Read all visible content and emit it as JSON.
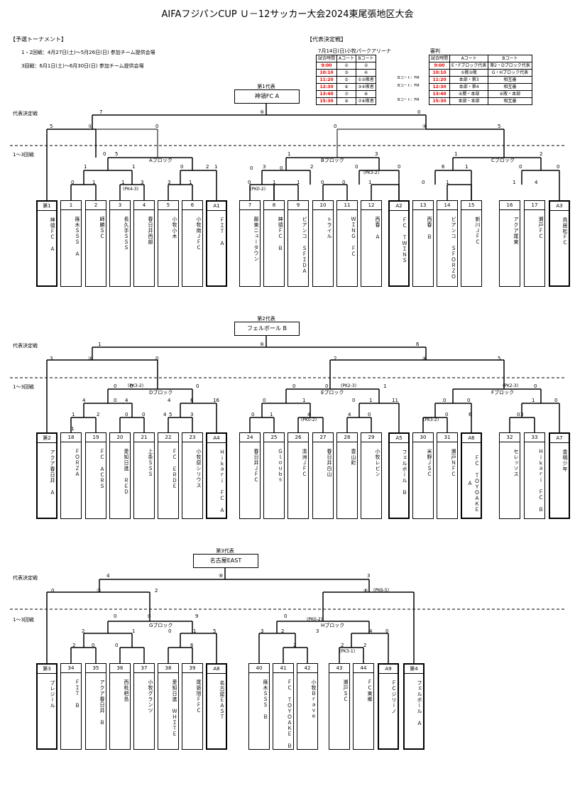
{
  "title": "AIFAフジパンCUP Ｕ－12サッカー大会2024東尾張地区大会",
  "prelim": {
    "header": "【予選トーナメント】",
    "line1": "1・2回戦：4月27日(土)～5月26日(日) 参加チーム提供会場",
    "line2": "3回戦：6月1日(土)～6月30日(日) 参加チーム提供会場"
  },
  "rep": {
    "header": "【代表決定戦】",
    "venue": "7月14日(日)小牧パークアリーナ",
    "referee": "審判",
    "table1": {
      "cols": [
        "試合時間",
        "Aコート",
        "Bコート"
      ],
      "rows": [
        {
          "time": "9:00",
          "a": "①",
          "b": "②",
          "note": ""
        },
        {
          "time": "10:10",
          "a": "③",
          "b": "④",
          "note": ""
        },
        {
          "time": "11:20",
          "a": "⑤",
          "b": "①②敗者",
          "note": "Bコート：FM"
        },
        {
          "time": "12:30",
          "a": "⑥",
          "b": "③④敗者",
          "note": "Bコート：FM"
        },
        {
          "time": "13:40",
          "a": "⑦",
          "b": "⑧",
          "note": ""
        },
        {
          "time": "15:30",
          "a": "⑨",
          "b": "⑦⑧敗者",
          "note": "Bコート：FM"
        }
      ]
    },
    "table2": {
      "cols": [
        "試合時間",
        "Aコート",
        "Bコート"
      ],
      "rows": [
        {
          "time": "9:00",
          "a": "E・Fブロック代表",
          "b": "第2・Dブロック代表"
        },
        {
          "time": "10:10",
          "a": "①敗②敗",
          "b": "G・Hブロック代表"
        },
        {
          "time": "11:20",
          "a": "本部・第3",
          "b": "相互審"
        },
        {
          "time": "12:30",
          "a": "本部・第4",
          "b": "相互審"
        },
        {
          "time": "13:40",
          "a": "⑥勝・本部",
          "b": "⑥敗・本部"
        },
        {
          "time": "15:30",
          "a": "本部・本部",
          "b": "相互審"
        }
      ]
    }
  },
  "labels": {
    "final": "代表決定戦",
    "rounds": "1～3回戦"
  },
  "sections": [
    {
      "rep_label": "第1代表",
      "rep_team": "神領FC A",
      "blocks": [
        "Aブロック",
        "Bブロック",
        "Cブロック"
      ],
      "teams": [
        {
          "num": "第1",
          "name": "神領ＦＣ Ａ"
        },
        {
          "num": "1",
          "name": "篠木ＳＳＳ Ａ"
        },
        {
          "num": "2",
          "name": "師勝ＳＣ"
        },
        {
          "num": "3",
          "name": "長久手ＳＳＳ"
        },
        {
          "num": "4",
          "name": "春日井西部"
        },
        {
          "num": "5",
          "name": "小牧小木"
        },
        {
          "num": "6",
          "name": "小牧南ＪＦＣ"
        },
        {
          "num": "A1",
          "name": "ＦＩＴ Ａ"
        },
        {
          "num": "7",
          "name": "藤東ニュータウン"
        },
        {
          "num": "8",
          "name": "神領ＦＣ Ｂ"
        },
        {
          "num": "9",
          "name": "ビアンコ ＳＦＩＤＡ"
        },
        {
          "num": "10",
          "name": "トライル"
        },
        {
          "num": "11",
          "name": "ＷＩＮＧ ＦＣ"
        },
        {
          "num": "12",
          "name": "西春 Ａ"
        },
        {
          "num": "A2",
          "name": "ＦＣ ＴＷＩＮＳ"
        },
        {
          "num": "13",
          "name": "西春 Ｂ"
        },
        {
          "num": "14",
          "name": "ビアンコ ＳＦＯＲＺＯ"
        },
        {
          "num": "15",
          "name": "新川ＪＦＣ"
        },
        {
          "num": "16",
          "name": "アクア尾東"
        },
        {
          "num": "17",
          "name": "瀬戸ＦＣ"
        },
        {
          "num": "A3",
          "name": "鳥居松ＦＣ"
        }
      ]
    },
    {
      "rep_label": "第2代表",
      "rep_team": "フェルボール B",
      "blocks": [
        "Dブロック",
        "Eブロック",
        "Fブロック"
      ],
      "teams": [
        {
          "num": "第2",
          "name": "アクア春日井 Ａ"
        },
        {
          "num": "18",
          "name": "ＦＯＲＺＡ"
        },
        {
          "num": "19",
          "name": "ＦＣ ＡＣＲＳ"
        },
        {
          "num": "20",
          "name": "愛知日進 ＲＥＤ"
        },
        {
          "num": "21",
          "name": "上条ＳＳＳ"
        },
        {
          "num": "22",
          "name": "ＦＣ ＥＲＤＥ"
        },
        {
          "num": "23",
          "name": "小牧原シリウス"
        },
        {
          "num": "A4",
          "name": "Ｈｉｋａｒｉ ＦＣ Ａ"
        },
        {
          "num": "24",
          "name": "春日井ＪＦＣ"
        },
        {
          "num": "25",
          "name": "Ｇｌｏｕｂｓ"
        },
        {
          "num": "26",
          "name": "清洲ＪＦＣ"
        },
        {
          "num": "27",
          "name": "春日井白山"
        },
        {
          "num": "28",
          "name": "豊山町"
        },
        {
          "num": "29",
          "name": "小牧レビン"
        },
        {
          "num": "A5",
          "name": "フェルボール Ｂ"
        },
        {
          "num": "30",
          "name": "米野ＪＳＣ"
        },
        {
          "num": "31",
          "name": "瀬戸ＮＦＣ"
        },
        {
          "num": "A6",
          "name": "ＦＣ ＴＯＹＯＡＫＥ Ａ"
        },
        {
          "num": "32",
          "name": "セレッソス"
        },
        {
          "num": "33",
          "name": "Ｈｉｋａｒｉ ＦＣ Ｂ"
        },
        {
          "num": "A7",
          "name": "豊明少年"
        }
      ]
    },
    {
      "rep_label": "第3代表",
      "rep_team": "名古屋EAST",
      "blocks": [
        "Gブロック",
        "Hブロック"
      ],
      "teams": [
        {
          "num": "第3",
          "name": "プレジール"
        },
        {
          "num": "34",
          "name": "ＦＩＴ Ｂ"
        },
        {
          "num": "35",
          "name": "アクア春日井 Ｂ"
        },
        {
          "num": "36",
          "name": "西枇杷島"
        },
        {
          "num": "37",
          "name": "小牧グランツ"
        },
        {
          "num": "38",
          "name": "愛知日進 ＷＨＩＴＥ"
        },
        {
          "num": "39",
          "name": "尾張旭ＦＦＣ"
        },
        {
          "num": "A8",
          "name": "名古屋ＥＡＳＴ"
        },
        {
          "num": "40",
          "name": "篠木ＳＳＳ Ｂ"
        },
        {
          "num": "41",
          "name": "ＦＣ ＴＯＹＯＡＫＥ Ｂ"
        },
        {
          "num": "42",
          "name": "小牧Ｂｒａｖｅ"
        },
        {
          "num": "43",
          "name": "瀬戸ＳＣ"
        },
        {
          "num": "44",
          "name": "ＦＣ東郷"
        },
        {
          "num": "A9",
          "name": "ＦＣジリーノ"
        },
        {
          "num": "第4",
          "name": "フェルボール Ａ"
        }
      ]
    }
  ],
  "scores": {
    "s1": [
      "7",
      "0",
      "⑤",
      "5",
      "0",
      "0",
      "5",
      "①",
      "②",
      "5",
      "3",
      "1",
      "1",
      "0",
      "1",
      "3",
      "2",
      "0",
      "0",
      "6",
      "1",
      "0",
      "0",
      "0",
      "1",
      "1",
      "3",
      "3",
      "1",
      "0",
      "1",
      "1",
      "0",
      "0",
      "1",
      "0",
      "1",
      "1",
      "4",
      "0",
      "0",
      "1",
      "2",
      "1",
      "0",
      "2",
      "(PK4-3)",
      "(PK0-2)",
      "(PK3-2)"
    ],
    "s2": [
      "1",
      "6",
      "⑥",
      "3",
      "③",
      "2",
      "④",
      "5",
      "0",
      "0",
      "4",
      "0",
      "1",
      "2",
      "4",
      "1",
      "5",
      "3",
      "0",
      "16",
      "0",
      "0",
      "1",
      "0",
      "4",
      "0",
      "1",
      "1",
      "0",
      "11",
      "0",
      "0",
      "0",
      "0",
      "0",
      "6",
      "3",
      "0",
      "1",
      "4",
      "4",
      "6",
      "0",
      "0",
      "0",
      "4",
      "1",
      "0",
      "(PK3-2)",
      "(PK2-3)",
      "(PK2-3)",
      "(PK0-2)",
      "(PK3-2)"
    ],
    "s3": [
      "4",
      "3",
      "⑨",
      "0",
      "⑦",
      "2",
      "⑧",
      "0",
      "0",
      "9",
      "0",
      "2",
      "1",
      "0",
      "1",
      "6",
      "0",
      "5",
      "2",
      "0",
      "3",
      "2",
      "2",
      "3",
      "2",
      "4",
      "0",
      "2",
      "(PK6-5)",
      "(PK0-2)",
      "(PK3-1)"
    ]
  }
}
